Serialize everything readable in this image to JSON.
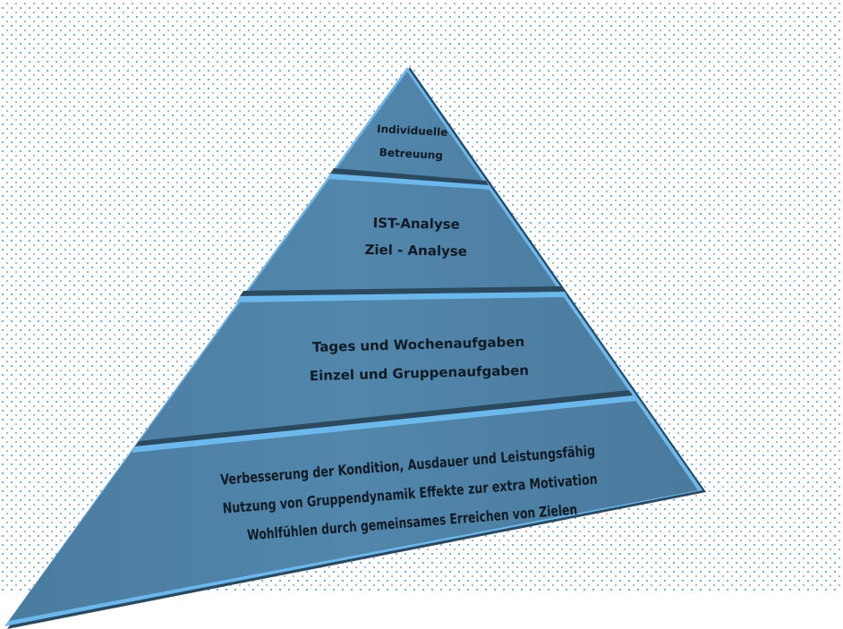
{
  "pyramid": {
    "levels": [
      {
        "lines": [
          "Individuelle",
          "Betreuung"
        ]
      },
      {
        "lines": [
          "IST-Analyse",
          "Ziel - Analyse"
        ]
      },
      {
        "lines": [
          "Tages und Wochenaufgaben",
          "Einzel und Gruppenaufgaben"
        ]
      },
      {
        "lines": [
          "Verbesserung der Kondition, Ausdauer und Leistungsfähig",
          "Nutzung von Gruppendynamik Effekte zur extra Motivation",
          "Wohlfühlen durch gemeinsames Erreichen von Zielen"
        ]
      }
    ],
    "colors": {
      "fill": "#4e7fa3",
      "edge": "#6cb8ec",
      "shadow": "#2b4a60"
    }
  }
}
